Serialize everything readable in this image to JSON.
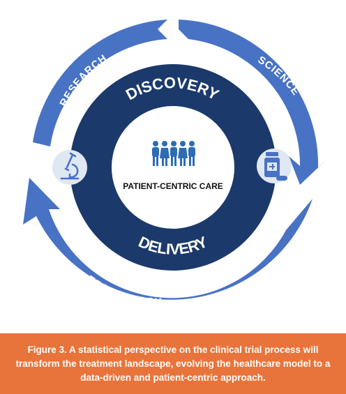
{
  "diagram": {
    "outer_labels": {
      "research": "RESEARCH",
      "science": "SCIENCE",
      "technology": "TECHNOLOGY"
    },
    "inner_labels": {
      "discovery": "DISCOVERY",
      "delivery": "DELIVERY"
    },
    "center_label": "PATIENT-CENTRIC CARE",
    "icons": {
      "center": "people-group-icon",
      "left": "microscope-icon",
      "right": "medicine-bottle-icon"
    },
    "colors": {
      "outer_arrows": "#4872c4",
      "inner_ring": "#1b3a6b",
      "center_fill": "#ffffff",
      "people": "#2e6cb3",
      "icon_badge": "#dfe7f3",
      "icon_stroke": "#4872c4"
    }
  },
  "caption": {
    "text": "Figure 3. A statistical perspective on the clinical trial process will transform the treatment landscape, evolving the healthcare model to a data-driven and patient-centric approach.",
    "background": "#e8743b"
  }
}
